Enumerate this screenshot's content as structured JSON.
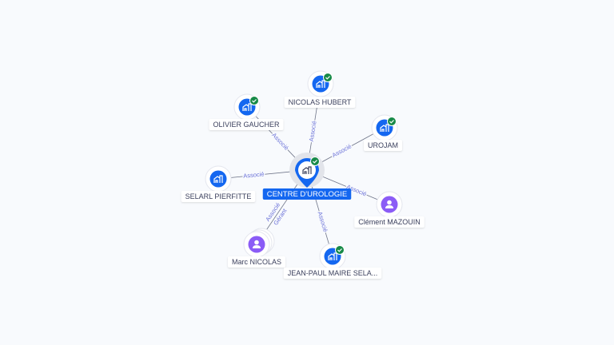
{
  "center": {
    "label": "CENTRE D'UROLOGIE",
    "icon": "building-icon",
    "verified": true
  },
  "nodes": [
    {
      "id": "nicolas-hubert",
      "label": "NICOLAS HUBERT",
      "type": "company",
      "verified": true,
      "edges": [
        "Associé"
      ]
    },
    {
      "id": "olivier-gaucher",
      "label": "OLIVIER GAUCHER",
      "type": "company",
      "verified": true,
      "edges": [
        "Associé"
      ]
    },
    {
      "id": "urojam",
      "label": "UROJAM",
      "type": "company",
      "verified": true,
      "edges": [
        "Associé"
      ]
    },
    {
      "id": "selarl-pierfitte",
      "label": "SELARL PIERFITTE",
      "type": "company",
      "verified": false,
      "edges": [
        "Associé"
      ]
    },
    {
      "id": "clement-mazouin",
      "label": "Clément MAZOUIN",
      "type": "person",
      "verified": false,
      "edges": [
        "Associé"
      ]
    },
    {
      "id": "marc-nicolas",
      "label": "Marc NICOLAS",
      "type": "person",
      "verified": false,
      "edges": [
        "Gérant",
        "Associé"
      ]
    },
    {
      "id": "jean-paul-maire",
      "label": "JEAN-PAUL MAIRE SELA...",
      "type": "company",
      "verified": true,
      "edges": [
        "Associé"
      ]
    }
  ],
  "colors": {
    "company": "#1467f0",
    "person": "#8b5cf6",
    "verified": "#178a48",
    "edge_label": "#6b72d8"
  }
}
